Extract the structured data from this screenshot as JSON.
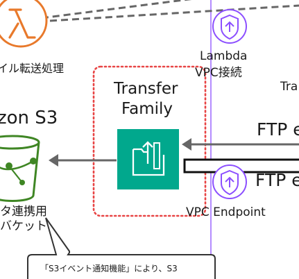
{
  "lambda": {
    "caption": "イル転送処理"
  },
  "vpc": {
    "lambda_label_line1": "Lambda",
    "lambda_label_line2": "VPC接続",
    "partial_label": "Tra",
    "endpoint_label": "VPC Endpoint"
  },
  "transfer": {
    "title_line1": "Transfer",
    "title_line2": "Family"
  },
  "s3": {
    "title": "zon S3",
    "caption_line1": "タ連携用",
    "caption_line2": "バケット"
  },
  "ftp": {
    "label_top": "FTP e",
    "label_bottom": "FTP e"
  },
  "callout": {
    "text": "「S3イベント通知機能」により、S3"
  },
  "colors": {
    "lambda_orange": "#e8792b",
    "vpc_purple": "#8c4fff",
    "transfer_green": "#01a88d",
    "s3_green": "#3f8624",
    "dotted_red": "#e84545",
    "arrow_gray": "#666666"
  }
}
